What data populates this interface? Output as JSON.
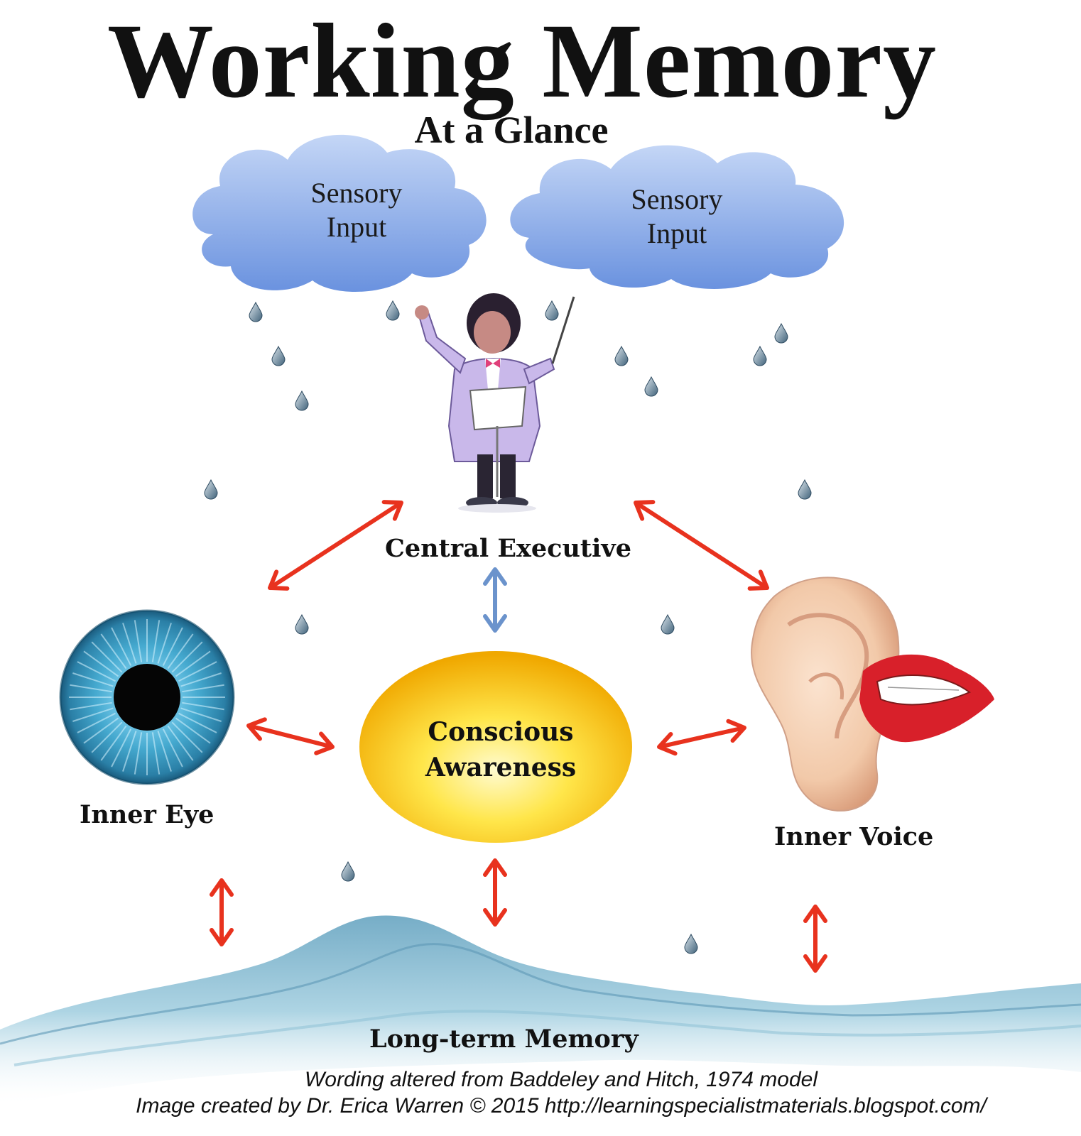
{
  "title": "Working Memory",
  "subtitle": "At a Glance",
  "clouds": [
    {
      "label_line1": "Sensory",
      "label_line2": "Input"
    },
    {
      "label_line1": "Sensory",
      "label_line2": "Input"
    }
  ],
  "nodes": {
    "central_executive": "Central Executive",
    "conscious_awareness_line1": "Conscious",
    "conscious_awareness_line2": "Awareness",
    "inner_eye": "Inner Eye",
    "inner_voice": "Inner Voice",
    "long_term_memory": "Long-term Memory"
  },
  "footer": {
    "line1": "Wording altered from Baddeley and Hitch, 1974 model",
    "line2": "Image created by Dr. Erica Warren © 2015 http://learningspecialistmaterials.blogspot.com/"
  },
  "colors": {
    "arrow_red": "#e8321e",
    "arrow_blue": "#6b93cc",
    "cloud_top": "#b7cdf4",
    "cloud_bottom": "#6c94e0",
    "awareness_center": "#fff6a0",
    "awareness_edge": "#f2b400",
    "iris": "#3aa0c8",
    "water": "#9cc8da"
  }
}
